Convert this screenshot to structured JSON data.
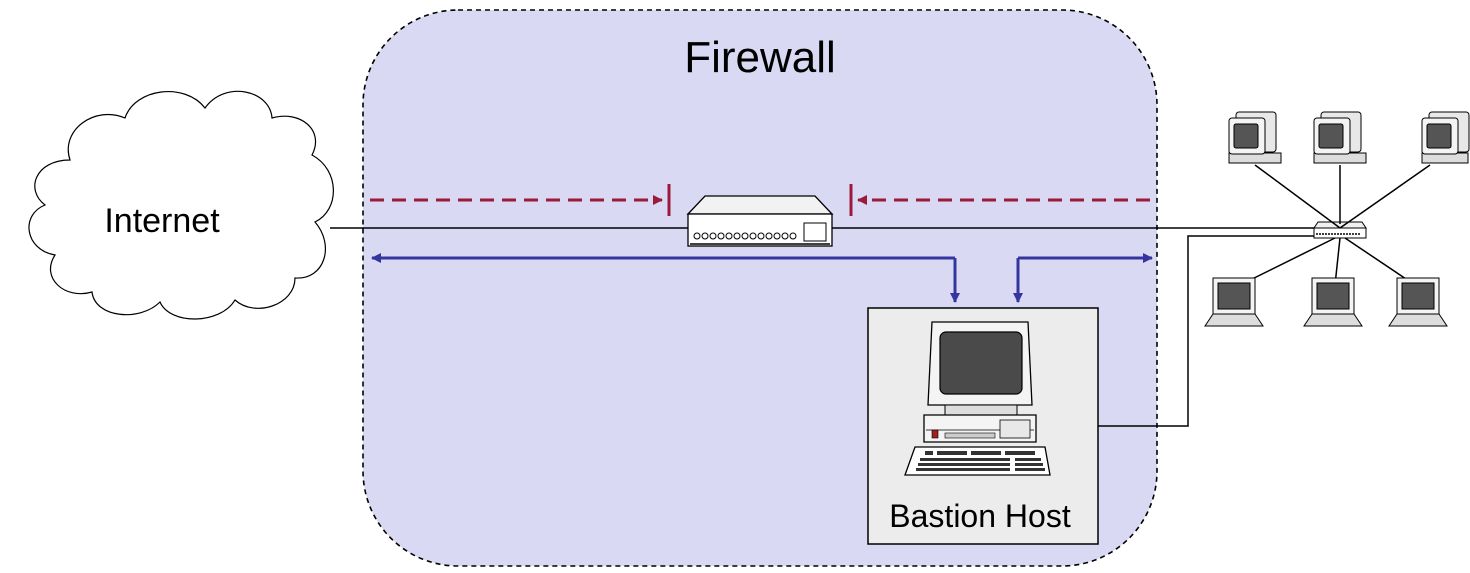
{
  "labels": {
    "firewall": "Firewall",
    "internet": "Internet",
    "bastion_host": "Bastion Host"
  },
  "colors": {
    "firewall_fill": "#d9d9f4",
    "blocked_arrow": "#9b1a3a",
    "allowed_arrow": "#3535a0",
    "line": "#000000",
    "host_box": "#ececec"
  },
  "icons": {
    "cloud": "cloud-icon",
    "router": "router-icon",
    "bastion": "desktop-computer-icon",
    "hub": "network-hub-icon",
    "workstation": "workstation-icon",
    "laptop": "laptop-icon"
  }
}
